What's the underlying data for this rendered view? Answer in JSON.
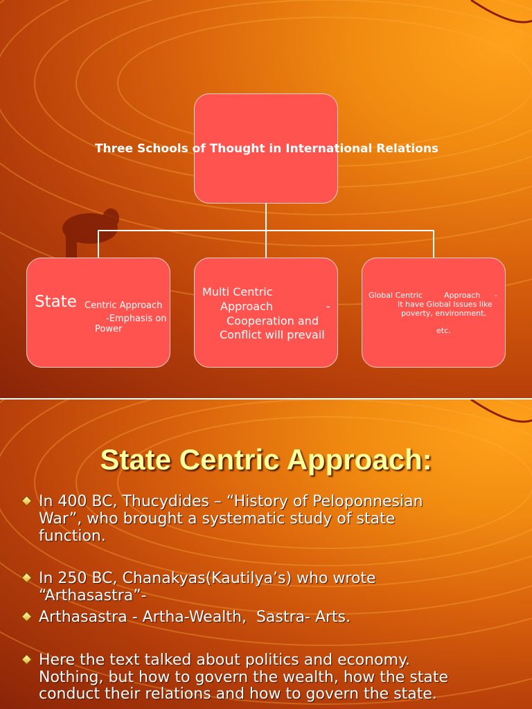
{
  "slide1": {
    "root_box": {
      "text": "Three Schools of Thought in International Relations"
    },
    "box_state": {
      "big": "State",
      "line1": "Centric Approach",
      "line2": "-Emphasis on",
      "line3": "Power"
    },
    "box_multi": {
      "line1": "Multi Centric",
      "line2": "Approach",
      "dash": "-",
      "line3": "Cooperation and",
      "line4": "Conflict will prevail"
    },
    "box_global": {
      "line1": "Global Centric",
      "line1b": "Approach",
      "line1c": "-",
      "line2": "It have Global Issues like",
      "line3": "poverty, environment,",
      "line4": "etc."
    }
  },
  "slide2": {
    "title": "State Centric Approach:",
    "bullets": [
      {
        "lines": [
          "In 400 BC, Thucydides – “History of Peloponnesian",
          "War”, who brought a systematic study of state",
          "function."
        ]
      },
      {
        "lines": [
          "In 250 BC, Chanakyas(Kautilya’s) who wrote",
          "“Arthasastra”-"
        ]
      },
      {
        "lines": [
          "Arthasastra - Artha-Wealth,  Sastra- Arts."
        ]
      },
      {
        "lines": [
          "Here the text talked about politics and economy.",
          "Nothing, but how to govern the wealth, how the state",
          "conduct their relations and how to govern the state."
        ]
      }
    ]
  },
  "colors": {
    "box_fill": "#ff5350",
    "title_yellow": "#fffe9a",
    "background": "#e0700c"
  }
}
